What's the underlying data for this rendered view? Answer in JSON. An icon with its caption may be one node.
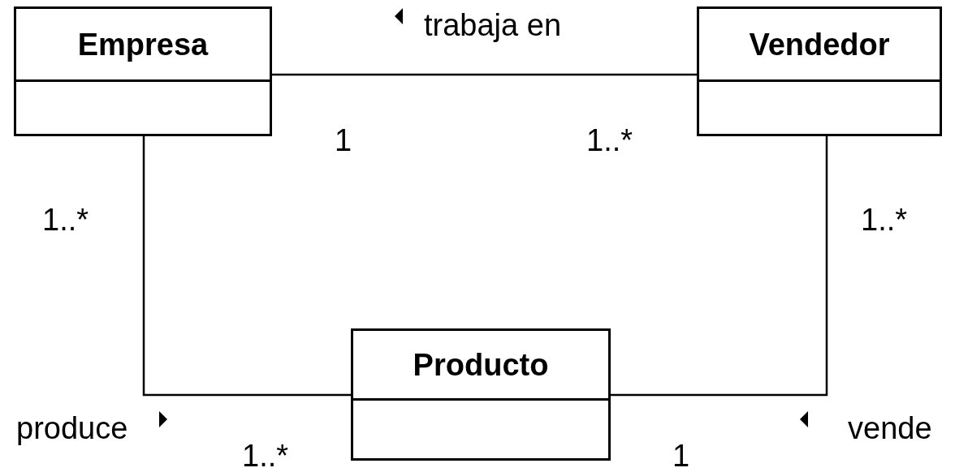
{
  "diagram": {
    "nodes": [
      {
        "text": [
          "Empresa"
        ]
      },
      {
        "text": [
          "Vendedor"
        ]
      },
      {
        "text": [
          "Producto"
        ]
      }
    ],
    "edges": [
      {
        "from": 0,
        "to": 1,
        "arrow": "none",
        "label": "trabaja en"
      },
      {
        "from": 0,
        "to": 2,
        "arrow": "none",
        "label": "produce"
      },
      {
        "from": 1,
        "to": 2,
        "arrow": "none",
        "label": "vende"
      }
    ],
    "labels": [
      "1",
      "1..*",
      "1..*",
      "1..*",
      "1..*",
      "1"
    ]
  }
}
